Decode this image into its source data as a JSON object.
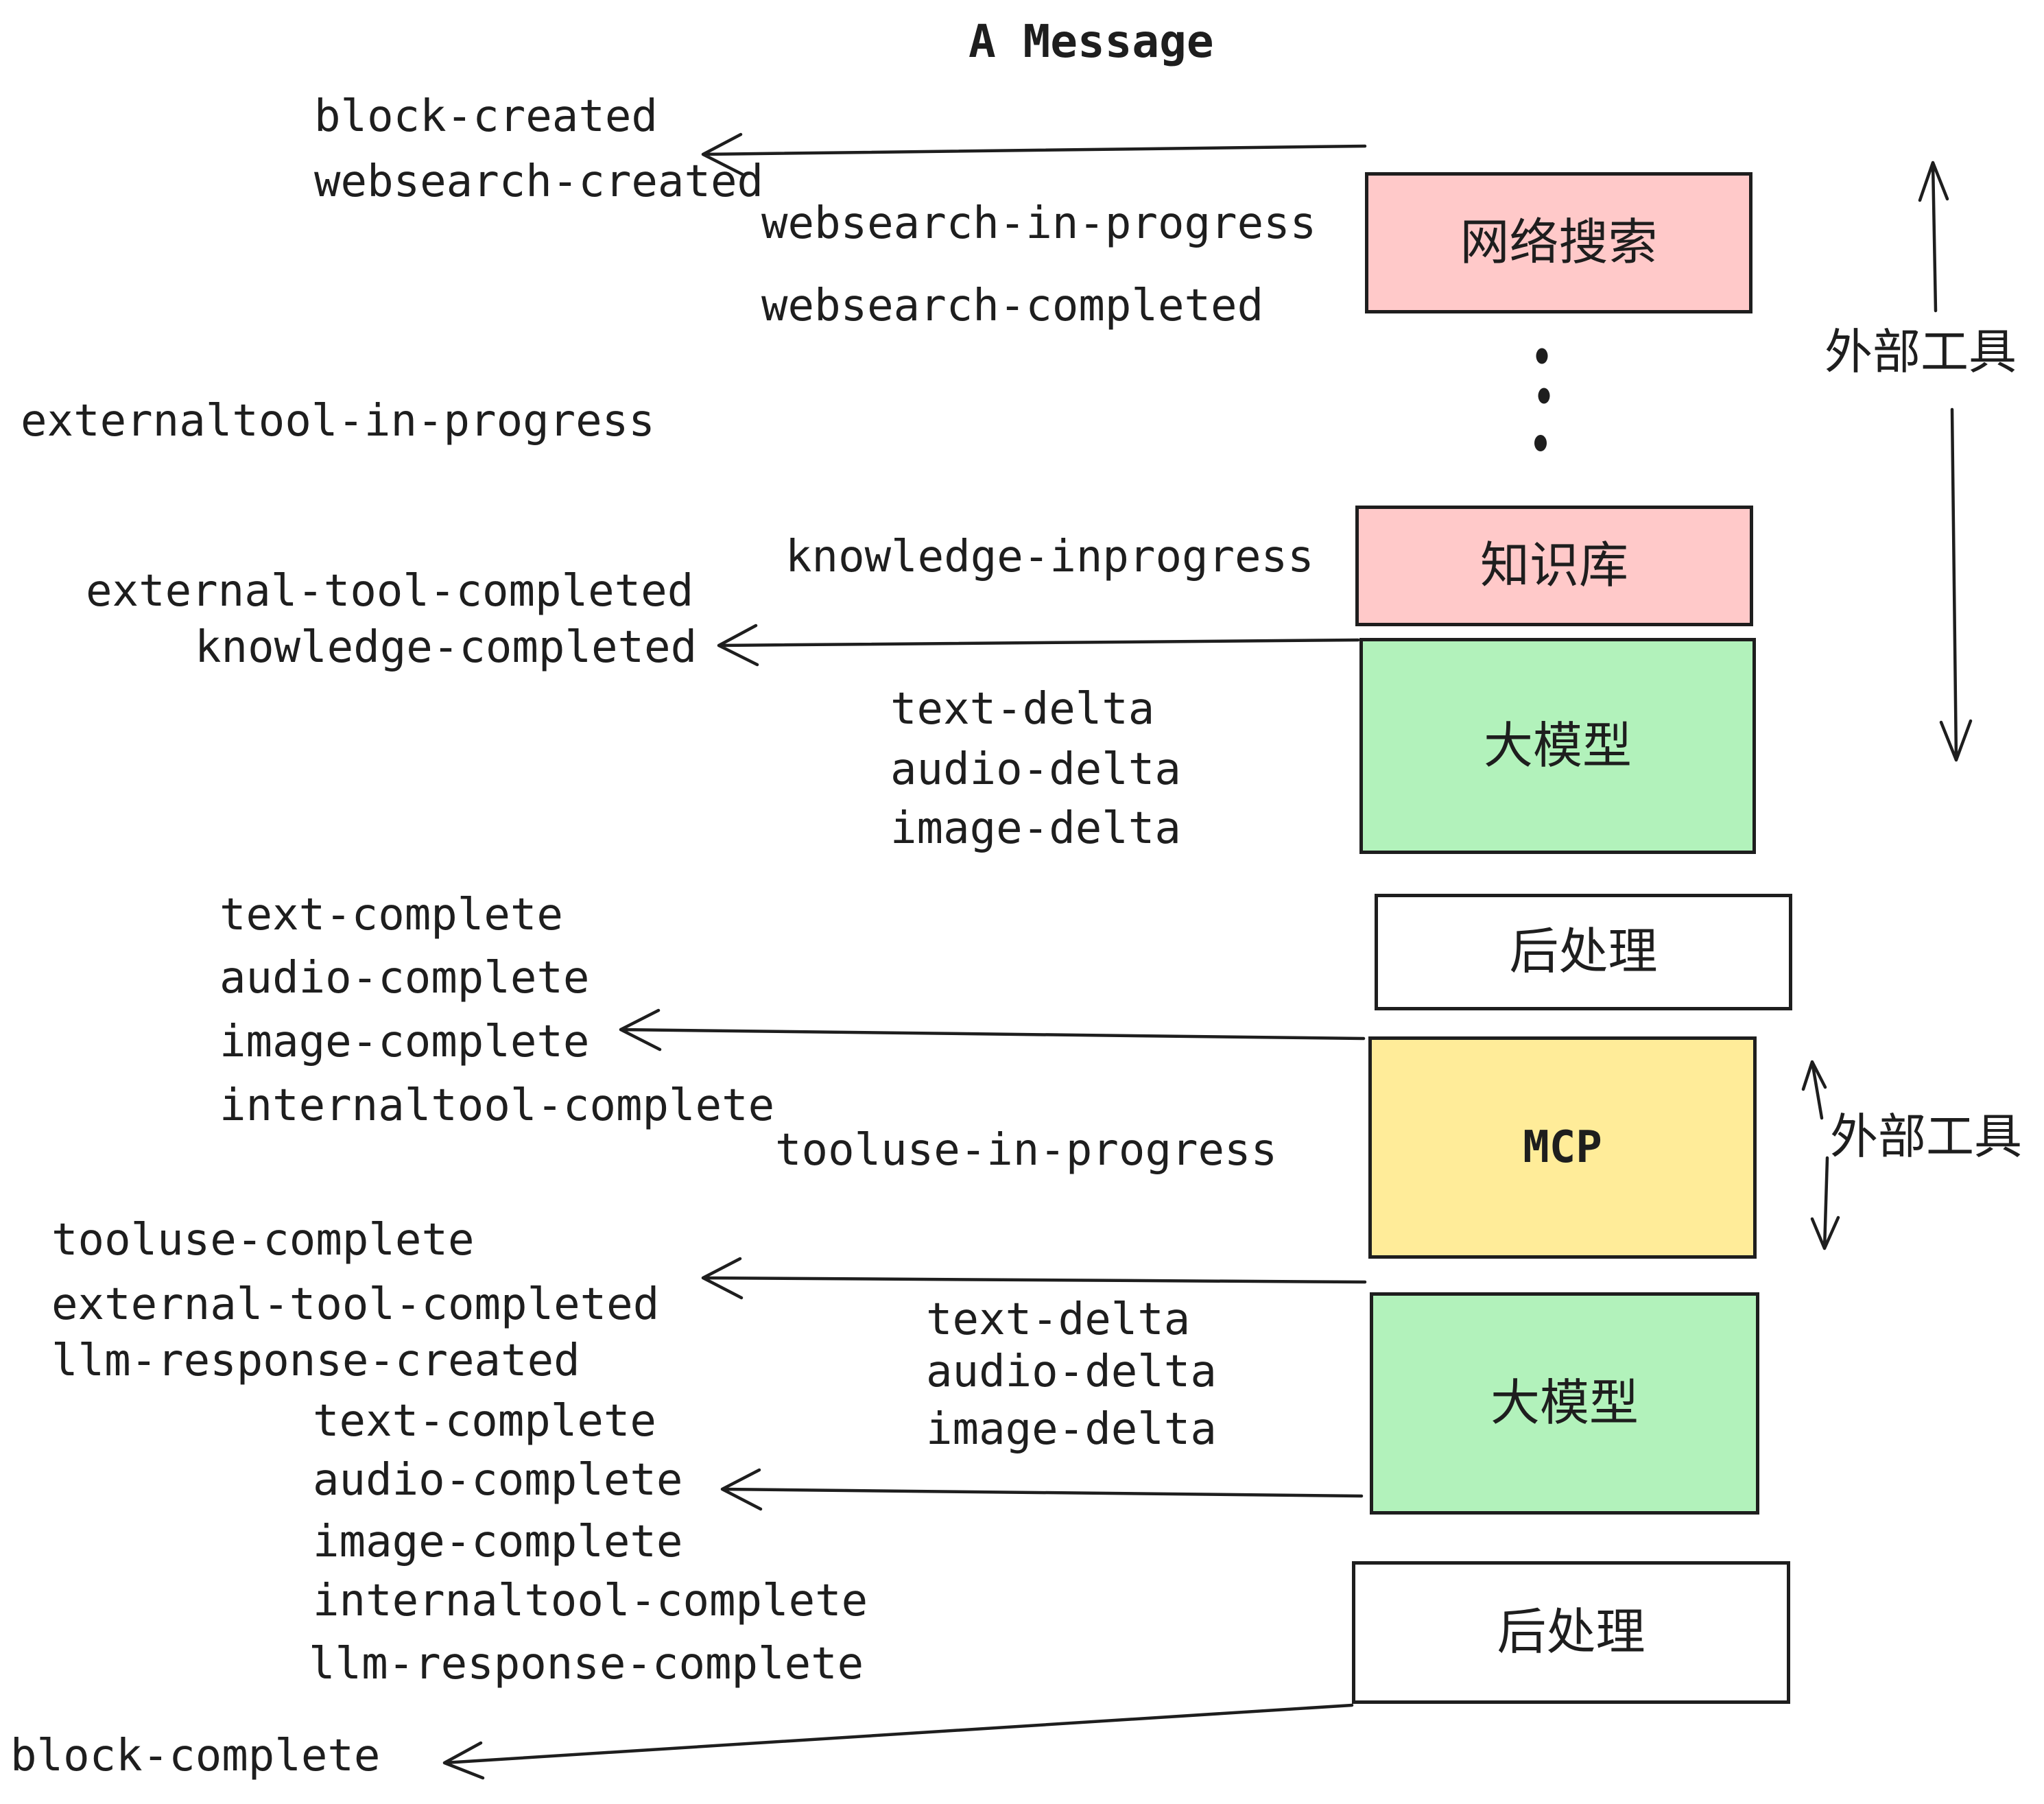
{
  "title": "A Message",
  "colors": {
    "box_pink": "#ffc9c9",
    "box_green": "#b2f2bb",
    "box_yellow": "#ffec99",
    "box_white": "#ffffff",
    "stroke": "#1e1e1e"
  },
  "boxes": [
    {
      "id": "websearch",
      "label": "网络搜索"
    },
    {
      "id": "knowledge",
      "label": "知识库"
    },
    {
      "id": "llm-1",
      "label": "大模型"
    },
    {
      "id": "post-1",
      "label": "后处理"
    },
    {
      "id": "mcp",
      "label": "MCP"
    },
    {
      "id": "llm-2",
      "label": "大模型"
    },
    {
      "id": "post-2",
      "label": "后处理"
    }
  ],
  "side_labels": [
    {
      "text": "外部工具"
    },
    {
      "text": "外部工具"
    }
  ],
  "events": {
    "block_created": "block-created",
    "websearch_created": "websearch-created",
    "websearch_in_progress": "websearch-in-progress",
    "websearch_completed": "websearch-completed",
    "externaltool_in_progress": "externaltool-in-progress",
    "knowledge_inprogress": "knowledge-inprogress",
    "external_tool_completed_1": "external-tool-completed",
    "knowledge_completed": "knowledge-completed",
    "text_delta_1": "text-delta",
    "audio_delta_1": "audio-delta",
    "image_delta_1": "image-delta",
    "text_complete_1": "text-complete",
    "audio_complete_1": "audio-complete",
    "image_complete_1": "image-complete",
    "internaltool_complete_1": "internaltool-complete",
    "tooluse_in_progress": "tooluse-in-progress",
    "tooluse_complete": "tooluse-complete",
    "external_tool_completed_2": "external-tool-completed",
    "llm_response_created": "llm-response-created",
    "text_delta_2": "text-delta",
    "audio_delta_2": "audio-delta",
    "image_delta_2": "image-delta",
    "text_complete_2": "text-complete",
    "audio_complete_2": "audio-complete",
    "image_complete_2": "image-complete",
    "internaltool_complete_2": "internaltool-complete",
    "llm_response_complete": "llm-response-complete",
    "block_complete": "block-complete"
  }
}
